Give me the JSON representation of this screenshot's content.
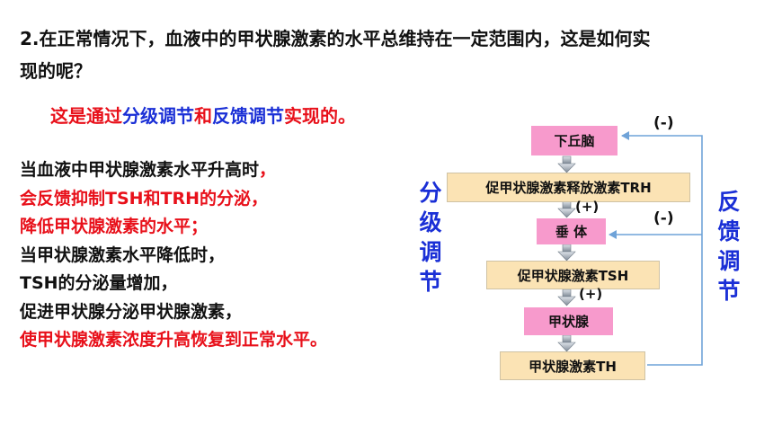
{
  "title": "2.在正常情况下，血液中的甲状腺激素的水平总维持在一定范围内，这是如何实现的呢？",
  "summary": {
    "part1": "这是通过",
    "part2": "分级调节",
    "part3": "和",
    "part4": "反馈调节",
    "part5": "实现的。"
  },
  "paragraph": [
    {
      "text": "当血液中甲状腺激素水平升高时",
      "color": "black"
    },
    {
      "text": "，",
      "color": "red",
      "inline": true
    },
    {
      "text": "会反馈抑制TSH和TRH的分泌，",
      "color": "red"
    },
    {
      "text": "降低甲状腺激素的水平；",
      "color": "red"
    },
    {
      "text": "当甲状腺激素水平降低时，",
      "color": "black"
    },
    {
      "text": "TSH的分泌量增加，",
      "color": "black"
    },
    {
      "text": "促进甲状腺分泌甲状腺激素，",
      "color": "black"
    },
    {
      "text": "使甲状腺激素浓度升高恢复到正常水平。",
      "color": "red"
    }
  ],
  "diagram": {
    "nodes": {
      "hypothalamus": "下丘脑",
      "trh": "促甲状腺激素释放激素TRH",
      "pituitary": "垂 体",
      "tsh": "促甲状腺激素TSH",
      "thyroid": "甲状腺",
      "th": "甲状腺激素TH"
    },
    "plus_label": "(+)",
    "minus_label": "(-)",
    "left_label": [
      "分",
      "级",
      "调",
      "节"
    ],
    "right_label": [
      "反",
      "馈",
      "调",
      "节"
    ]
  },
  "colors": {
    "red": "#e8101a",
    "blue": "#1a2fd6",
    "pink_box": "#f79acc",
    "tan_box": "#fbe3b4",
    "feedback_line": "#6fa3d8"
  }
}
